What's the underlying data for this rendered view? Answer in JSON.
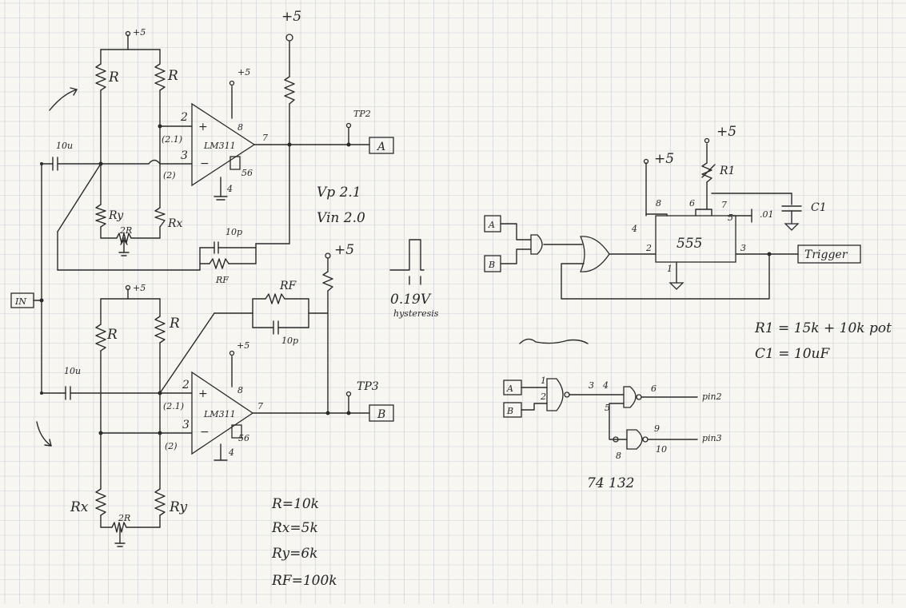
{
  "supplies": {
    "plus5": "+5",
    "plus5_alt": "+5"
  },
  "labels": {
    "R": "R",
    "Rx": "Rx",
    "Ry": "Ry",
    "RF": "RF",
    "twoR": "2R",
    "cap_10u": "10u",
    "cap_10p": "10p",
    "cap_10p_b": "10p",
    "in": "IN",
    "a": "A",
    "b": "B",
    "tp2": "TP2",
    "tp3": "TP3",
    "lm311": "LM311",
    "pin2": "2",
    "pin3": "3",
    "pin8": "8",
    "pin7": "7",
    "pin4": "4",
    "pin56": "56",
    "v21": "(2.1)",
    "v2": "(2)",
    "vp": "Vp 2.1",
    "vin": "Vin 2.0",
    "hyst_v": "0.19V",
    "hyst_word": "hysteresis",
    "t555": "555",
    "p4": "4",
    "p2": "2",
    "p8": "8",
    "p6": "6",
    "p7": "7",
    "p5": "5",
    "p3": "3",
    "p1": "1",
    "r1": "R1",
    "c1": "C1",
    "c01": ".01",
    "trigger": "Trigger",
    "g1": "1",
    "g2": "2",
    "g3": "3",
    "g4": "4",
    "g5": "5",
    "g6": "6",
    "g8": "8",
    "g9": "9",
    "g10": "10",
    "pin2_out": "pin2",
    "pin3_out": "pin3",
    "chip": "74 132"
  },
  "values": {
    "r": "R=10k",
    "rx": "Rx=5k",
    "ry": "Ry=6k",
    "rf": "RF=100k",
    "r1": "R1 = 15k + 10k pot",
    "c1": "C1 = 10uF"
  },
  "colors": {
    "paper": "#f7f6f1",
    "grid": "#c9cdd6",
    "ink": "#2a2a2a"
  }
}
